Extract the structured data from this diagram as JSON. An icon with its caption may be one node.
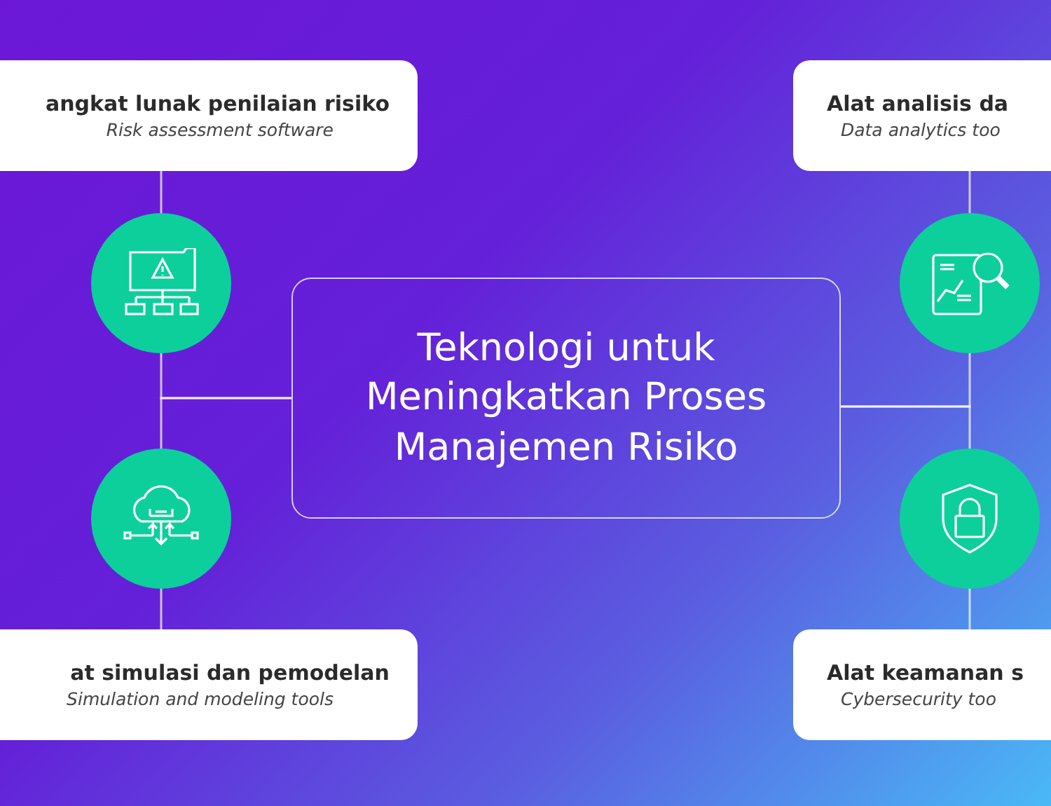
{
  "diagram": {
    "nodes": [
      {
        "text": [
          "Teknologi untuk Meningkatkan Proses Manajemen Risiko"
        ]
      },
      {
        "text": [
          "angkat lunak penilaian risiko",
          "Risk assessment software"
        ]
      },
      {
        "text": [],
        "shape": "circle"
      },
      {
        "text": [],
        "shape": "circle"
      },
      {
        "text": [
          "at simulasi dan pemodelan",
          "Simulation and modeling tools"
        ]
      },
      {
        "text": [
          "Alat analisis da",
          "Data analytics too"
        ]
      },
      {
        "text": [],
        "shape": "circle"
      },
      {
        "text": [],
        "shape": "circle"
      },
      {
        "text": [
          "Alat keamanan s",
          "Cybersecurity too"
        ]
      }
    ],
    "edges": [
      {
        "from": 1,
        "to": 2,
        "arrow": "none"
      },
      {
        "from": 0,
        "to": 2,
        "arrow": "none"
      },
      {
        "from": 0,
        "to": 3,
        "arrow": "none"
      },
      {
        "from": 3,
        "to": 4,
        "arrow": "none"
      },
      {
        "from": 5,
        "to": 6,
        "arrow": "none"
      },
      {
        "from": 0,
        "to": 6,
        "arrow": "none"
      },
      {
        "from": 0,
        "to": 7,
        "arrow": "none"
      },
      {
        "from": 7,
        "to": 8,
        "arrow": "none"
      }
    ]
  }
}
